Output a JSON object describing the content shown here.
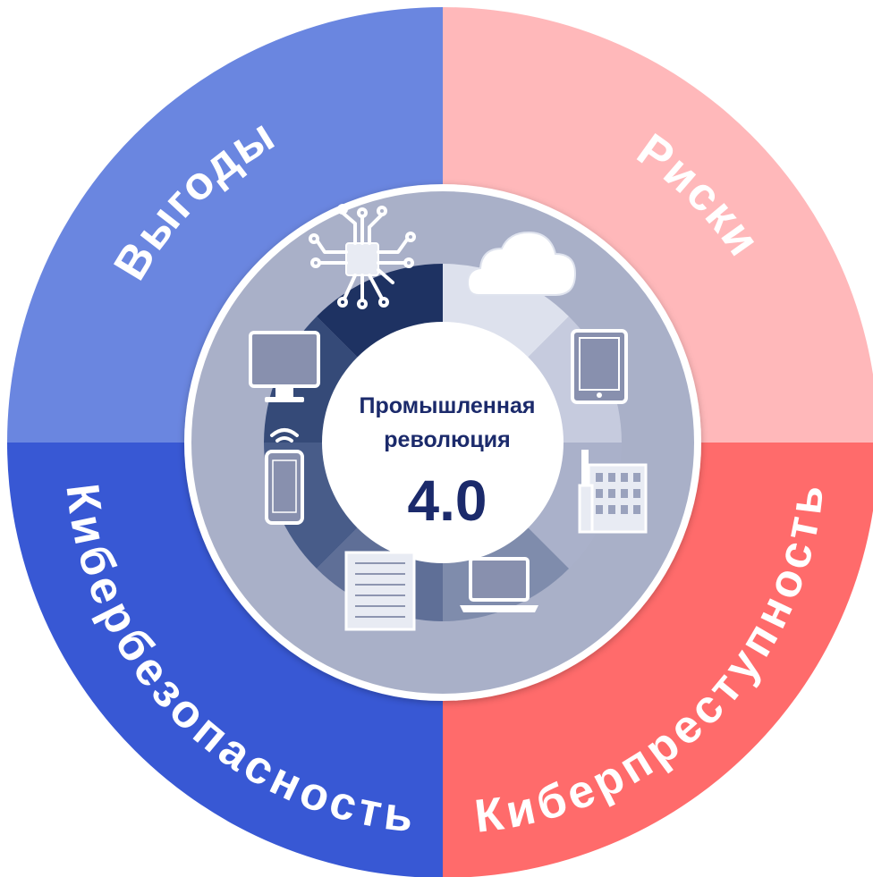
{
  "segments": [
    {
      "id": "top-left",
      "label": "Выгоды",
      "color": "#6a86e0"
    },
    {
      "id": "top-right",
      "label": "Риски",
      "color": "#ffb8ba"
    },
    {
      "id": "bottom-left",
      "label": "Кибербезопасность",
      "color": "#3858d4"
    },
    {
      "id": "bottom-right",
      "label": "Киберпреступность",
      "color": "#ff6b6b"
    }
  ],
  "center": {
    "line1": "Промышленная",
    "line2": "революция",
    "version": "4.0",
    "text_color": "#1b2a6b"
  },
  "icons": [
    "chip-icon",
    "cloud-icon",
    "tablet-icon",
    "factory-icon",
    "laptop-icon",
    "server-icon",
    "smartphone-icon",
    "monitor-icon"
  ],
  "colors": {
    "inner_disc": "#a9b0c8",
    "ring_dark": "#1e3262",
    "ring_light": "#dde1ed"
  }
}
